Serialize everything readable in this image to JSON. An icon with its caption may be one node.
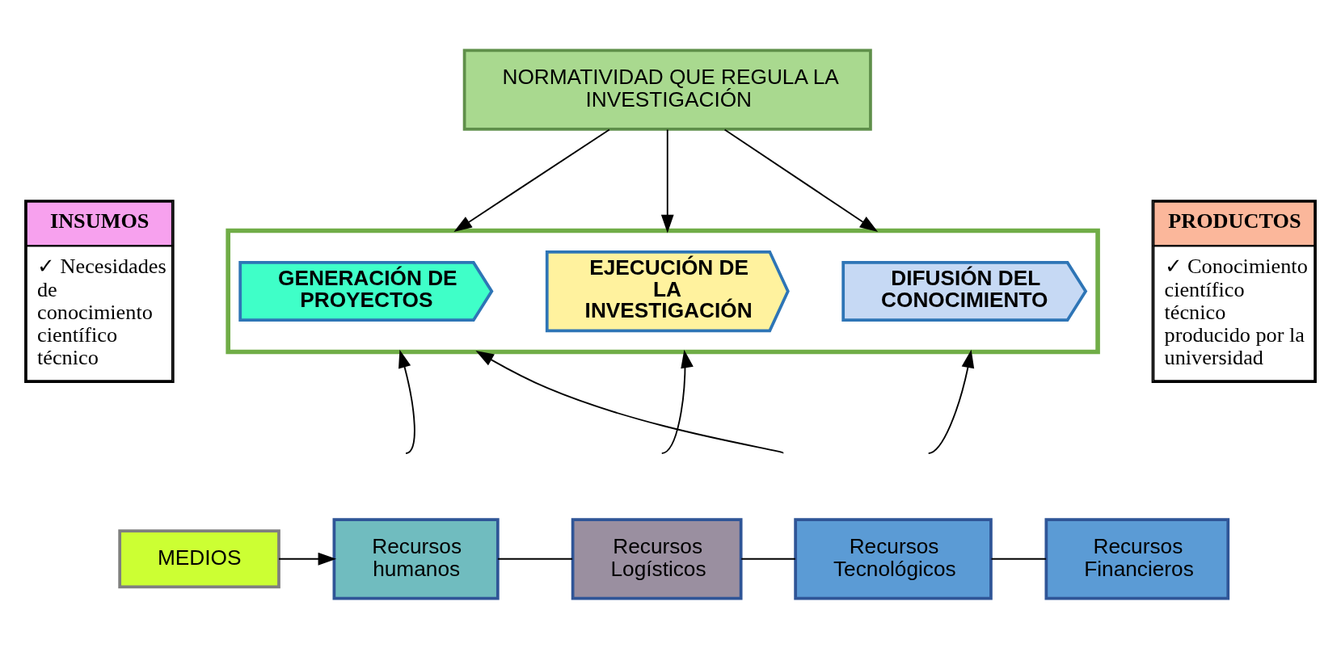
{
  "diagram": {
    "nodes": [
      {
        "text": [
          "NORMATIVIDAD QUE REGULA LA INVESTIGACIÓN"
        ]
      },
      {
        "text": [
          "INSUMOS",
          "✓ Necesidades de conocimiento científico técnico"
        ]
      },
      {
        "text": [],
        "shape": "box"
      },
      {
        "text": [
          "GENERACIÓN DE PROYECTOS"
        ],
        "in": 2
      },
      {
        "text": [
          "EJECUCIÓN DE LA INVESTIGACIÓN"
        ],
        "in": 2
      },
      {
        "text": [
          "DIFUSIÓN DEL CONOCIMIENTO"
        ],
        "in": 2
      },
      {
        "text": [
          "PRODUCTOS",
          "✓ Conocimiento científico técnico producido por la universidad"
        ]
      },
      {
        "text": [
          "MEDIOS"
        ]
      },
      {
        "text": [
          "Recursos humanos"
        ]
      },
      {
        "text": [
          "Recursos Logísticos"
        ]
      },
      {
        "text": [
          "Recursos Tecnológicos"
        ]
      },
      {
        "text": [
          "Recursos Financieros"
        ]
      }
    ],
    "edges": [
      {
        "from": 0,
        "to": 2,
        "arrow": "to"
      },
      {
        "from": 0,
        "to": 2,
        "arrow": "to"
      },
      {
        "from": 0,
        "to": 2,
        "arrow": "to"
      },
      {
        "from": null,
        "to": 2,
        "arrow": "to"
      },
      {
        "from": null,
        "to": 2,
        "arrow": "to"
      },
      {
        "from": null,
        "to": 2,
        "arrow": "to"
      },
      {
        "from": null,
        "to": 2,
        "arrow": "to"
      },
      {
        "from": 7,
        "to": 8,
        "arrow": "to"
      },
      {
        "from": 8,
        "to": 9,
        "arrow": "none"
      },
      {
        "from": 9,
        "to": 10,
        "arrow": "none"
      },
      {
        "from": 10,
        "to": 11,
        "arrow": "none"
      }
    ]
  }
}
